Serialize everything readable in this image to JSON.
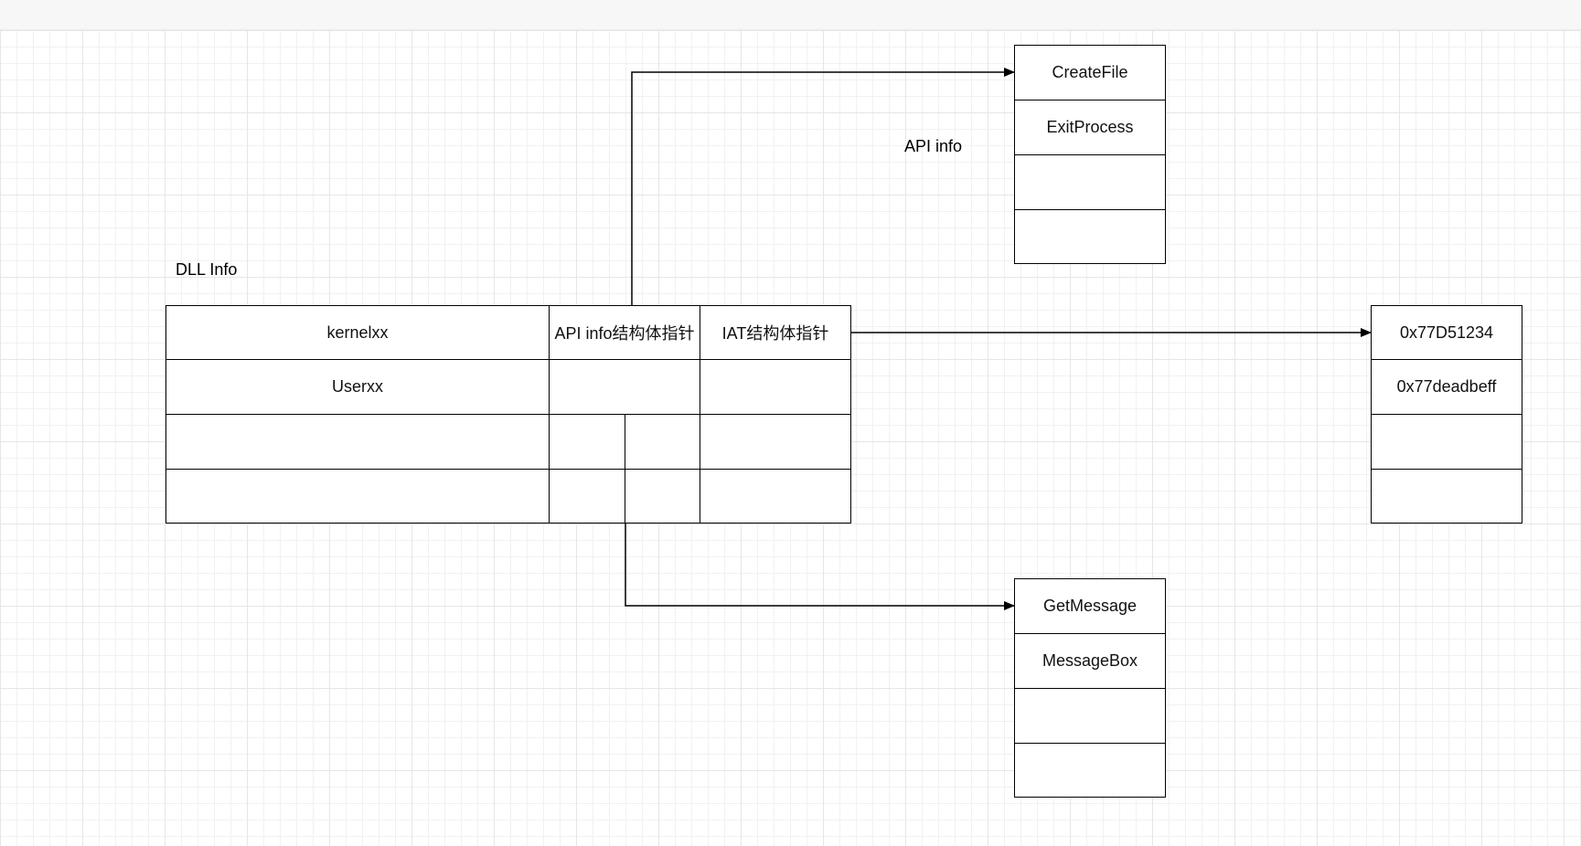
{
  "labels": {
    "dll_info": "DLL Info",
    "api_info": "API info"
  },
  "dll_table": {
    "rows": [
      {
        "name": "kernelxx",
        "api_ptr": "API info结构体指针",
        "iat_ptr": "IAT结构体指针"
      },
      {
        "name": "Userxx",
        "api_ptr": "",
        "iat_ptr": ""
      },
      {
        "name": "",
        "api_ptr": "",
        "iat_ptr": ""
      },
      {
        "name": "",
        "api_ptr": "",
        "iat_ptr": ""
      }
    ]
  },
  "api_list_1": {
    "items": [
      "CreateFile",
      "ExitProcess",
      "",
      ""
    ]
  },
  "api_list_2": {
    "items": [
      "GetMessage",
      "MessageBox",
      "",
      ""
    ]
  },
  "iat_list": {
    "items": [
      "0x77D51234",
      "0x77deadbeff",
      "",
      ""
    ]
  },
  "colors": {
    "stroke": "#000000",
    "grid_major": "#e6e6e6",
    "grid_minor": "#f1f1f1"
  }
}
